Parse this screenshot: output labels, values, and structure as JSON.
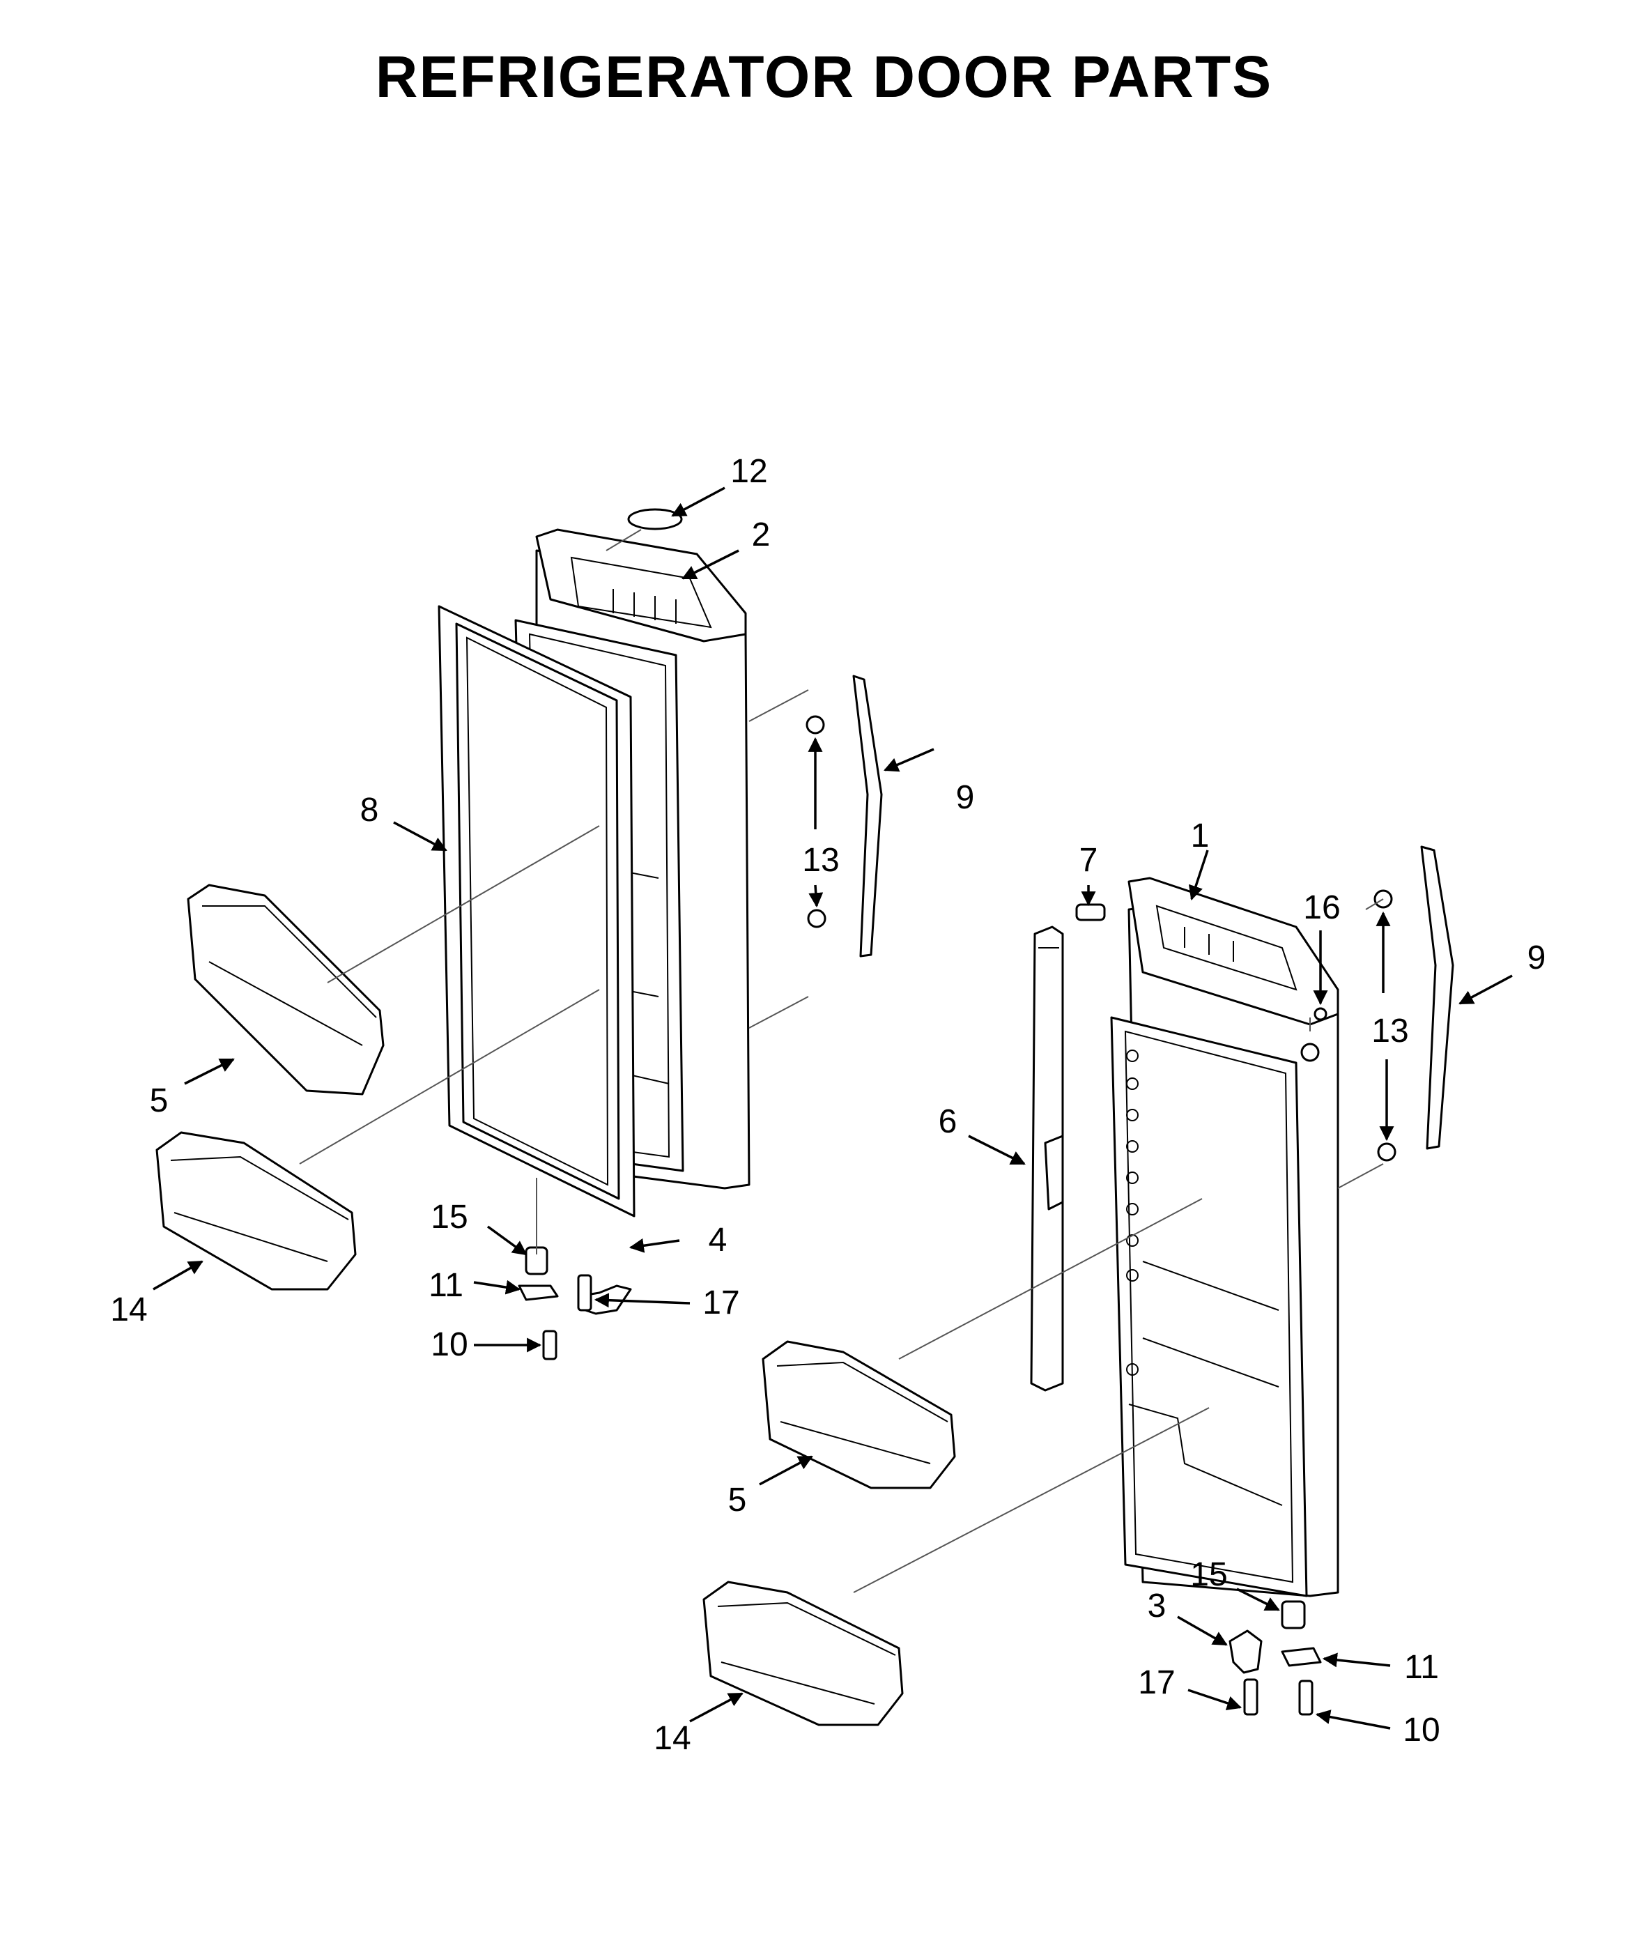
{
  "title": "REFRIGERATOR DOOR PARTS",
  "callouts": [
    "1",
    "2",
    "3",
    "4",
    "5",
    "5",
    "6",
    "7",
    "8",
    "9",
    "9",
    "10",
    "10",
    "11",
    "11",
    "12",
    "13",
    "13",
    "14",
    "14",
    "15",
    "15",
    "16",
    "17",
    "17"
  ]
}
